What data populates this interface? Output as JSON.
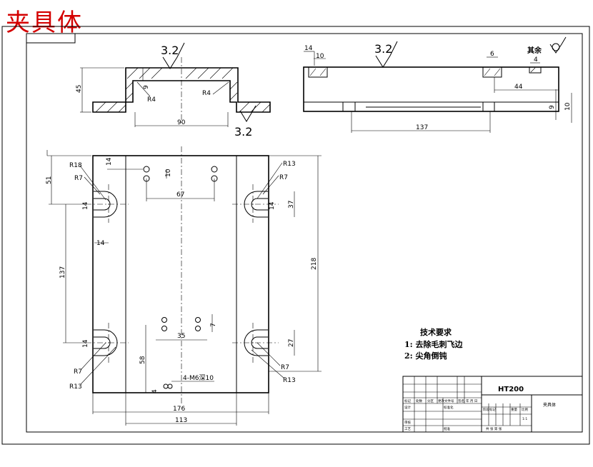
{
  "stamp": "夹具体",
  "roughness": {
    "top_view": "3.2",
    "bottom_flange": "3.2",
    "side_view": "3.2",
    "other": "其余"
  },
  "section_view": {
    "height": "45",
    "depth": "9",
    "width": "90",
    "r_left": "R4",
    "r_right": "R4"
  },
  "side_view": {
    "d14": "14",
    "d10": "10",
    "d6": "6",
    "d4": "4",
    "d44": "44",
    "d9": "9",
    "d10b": "10",
    "length": "137"
  },
  "plan_view": {
    "r18": "R18",
    "r7_tl": "R7",
    "r13_tr": "R13",
    "r7_tr": "R7",
    "d51": "51",
    "d14_top": "14",
    "d10": "10",
    "d67": "67",
    "d14_l": "14",
    "d14_bot": "14",
    "d14_r": "14",
    "d37_top": "37",
    "d137": "137",
    "d218": "218",
    "d35": "35",
    "d7": "7",
    "d14_l2": "14",
    "d27": "27",
    "d58": "58",
    "d4": "4",
    "thread": "4-M6深10",
    "r7_bl": "R7",
    "r13_bl": "R13",
    "r7_br": "R7",
    "r13_br": "R13",
    "d176": "176",
    "d113": "113"
  },
  "tech_notes": {
    "title": "技术要求",
    "line1": "1: 去除毛刺飞边",
    "line2": "2: 尖角倒钝"
  },
  "title_block": {
    "material": "HT200",
    "name": "夹具体",
    "h1": "标记",
    "h2": "处数",
    "h3": "分区",
    "h4": "更改文件号",
    "h5": "签名",
    "h6": "年 月 日",
    "r_design": "设计",
    "r_std": "标准化",
    "r_check": "审核",
    "r_craft": "工艺",
    "r_approve": "批准",
    "stage": "阶段标记",
    "weight": "重量",
    "scale": "比例",
    "scale_val": "1:1",
    "sheets": "共 张 第 张"
  }
}
